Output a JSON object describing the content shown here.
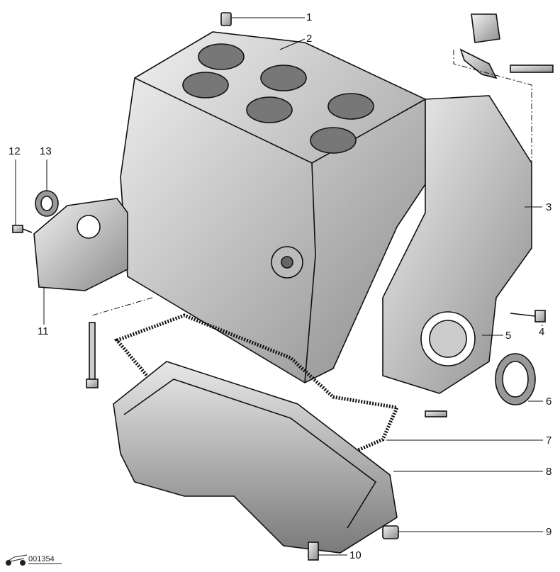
{
  "figure_code": "001354",
  "callouts": [
    "1",
    "2",
    "3",
    "4",
    "5",
    "6",
    "7",
    "8",
    "9",
    "10",
    "11",
    "12",
    "13"
  ],
  "colors": {
    "line": "#111111",
    "part_fill": "#d9d9d9",
    "shade": "#9a9a9a"
  }
}
